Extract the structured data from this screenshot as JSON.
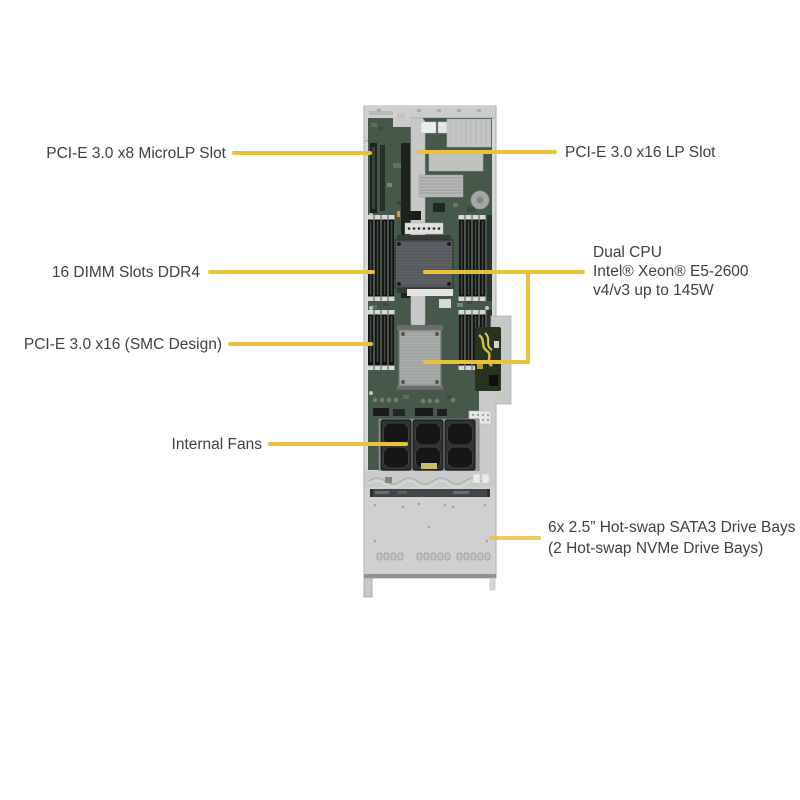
{
  "colors": {
    "accent": "#E9C23C",
    "label_text": "#3F4040"
  },
  "callouts": {
    "microlp": {
      "label": "PCI-E 3.0 x8 MicroLP Slot"
    },
    "lp16": {
      "label": "PCI-E 3.0 x16 LP Slot"
    },
    "dimm": {
      "label": "16 DIMM Slots DDR4"
    },
    "cpu": {
      "line1": "Dual CPU",
      "line2": "Intel® Xeon® E5-2600",
      "line3": "v4/v3 up to 145W"
    },
    "smc16": {
      "label": "PCI-E 3.0 x16 (SMC Design)"
    },
    "fans": {
      "label": "Internal Fans"
    },
    "bays": {
      "line1": "6x 2.5” Hot-swap SATA3 Drive Bays",
      "line2": "(2 Hot-swap NVMe Drive Bays)"
    }
  }
}
